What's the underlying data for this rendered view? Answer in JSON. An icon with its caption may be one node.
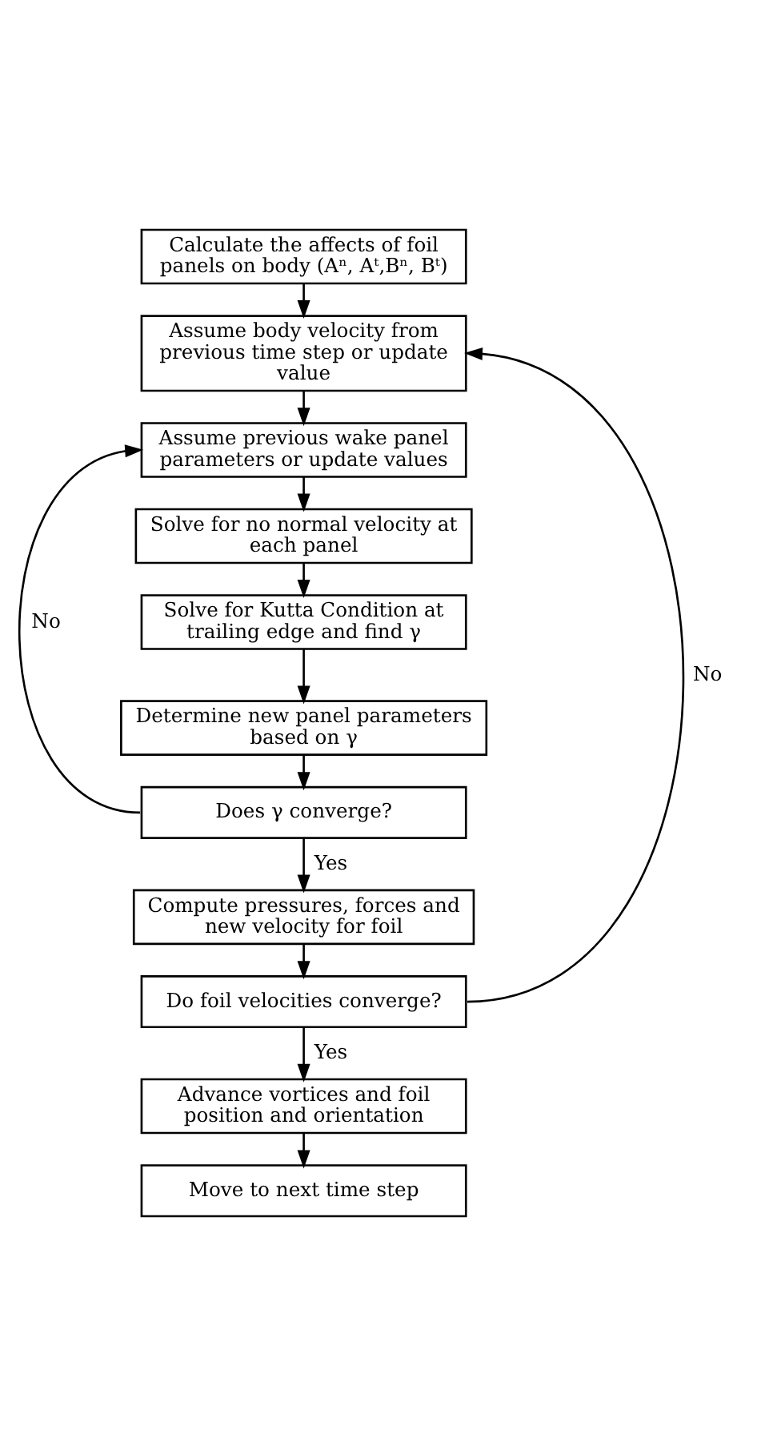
{
  "diagram": {
    "nodes": [
      {
        "text": [
          "Calculate the affects of foil panels on body (Aⁿ, Aᵗ,Bⁿ, Bᵗ)"
        ]
      },
      {
        "text": [
          "Assume body velocity from previous time step or update value"
        ]
      },
      {
        "text": [
          "Assume previous wake panel parameters or update values"
        ]
      },
      {
        "text": [
          "Solve for no normal velocity at each panel"
        ]
      },
      {
        "text": [
          "Solve for Kutta Condition at trailing edge and find γ"
        ]
      },
      {
        "text": [
          "Determine new panel parameters based on γ"
        ]
      },
      {
        "text": [
          "Does γ converge?"
        ]
      },
      {
        "text": [
          "Compute pressures, forces and new velocity for foil"
        ]
      },
      {
        "text": [
          "Do foil velocities converge?"
        ]
      },
      {
        "text": [
          "Advance vortices and foil position and orientation"
        ]
      },
      {
        "text": [
          "Move to next time step"
        ]
      }
    ],
    "edges": [
      {
        "from": 0,
        "to": 1,
        "arrow": "to"
      },
      {
        "from": 1,
        "to": 2,
        "arrow": "to"
      },
      {
        "from": 2,
        "to": 3,
        "arrow": "to"
      },
      {
        "from": 3,
        "to": 4,
        "arrow": "to"
      },
      {
        "from": 4,
        "to": 5,
        "arrow": "to"
      },
      {
        "from": 5,
        "to": 6,
        "arrow": "to"
      },
      {
        "from": 6,
        "to": 7,
        "arrow": "to",
        "label": "Yes"
      },
      {
        "from": 6,
        "to": 2,
        "arrow": "to",
        "label": "No"
      },
      {
        "from": 7,
        "to": 8,
        "arrow": "to"
      },
      {
        "from": 8,
        "to": 9,
        "arrow": "to",
        "label": "Yes"
      },
      {
        "from": 8,
        "to": 1,
        "arrow": "to",
        "label": "No"
      },
      {
        "from": 9,
        "to": 10,
        "arrow": "to"
      }
    ]
  }
}
